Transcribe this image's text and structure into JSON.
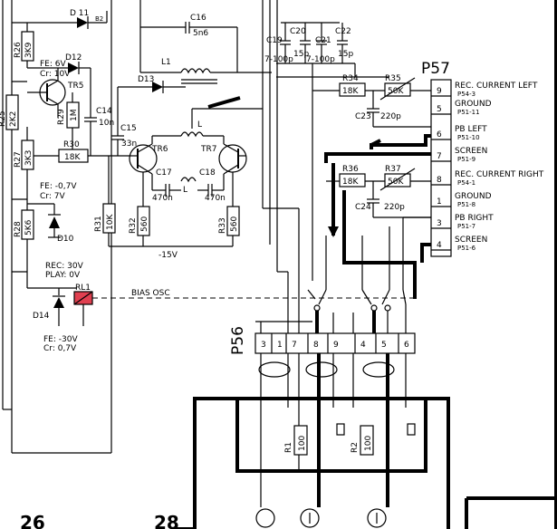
{
  "connector_p57": {
    "title": "P57",
    "pins": [
      {
        "num": "9",
        "label": "REC. CURRENT LEFT",
        "ref": "P54-3"
      },
      {
        "num": "5",
        "label": "GROUND",
        "ref": "P51-11"
      },
      {
        "num": "6",
        "label": "PB LEFT",
        "ref": "P51-10"
      },
      {
        "num": "7",
        "label": "SCREEN",
        "ref": "P51-9"
      },
      {
        "num": "8",
        "label": "REC. CURRENT RIGHT",
        "ref": "P54-1"
      },
      {
        "num": "1",
        "label": "GROUND",
        "ref": "P51-8"
      },
      {
        "num": "3",
        "label": "PB RIGHT",
        "ref": "P51-7"
      },
      {
        "num": "4",
        "label": "SCREEN",
        "ref": "P51-6"
      }
    ]
  },
  "connector_p56": {
    "title": "P56",
    "pins": [
      "3",
      "1",
      "7",
      "8",
      "9",
      "4",
      "5",
      "6"
    ]
  },
  "components": {
    "d11": "D 11",
    "d12": "D12",
    "d13": "D13",
    "d10": "D10",
    "d14": "D14",
    "r26": "R26",
    "r26v": "3K9",
    "r25": "R25",
    "r25v": "2K2",
    "r29": "R29",
    "r29v": "1M",
    "r30": "R30",
    "r30v": "18K",
    "r27": "R27",
    "r27v": "3K3",
    "r28": "R28",
    "r28v": "5K6",
    "r31": "R31",
    "r31v": "10K",
    "r32": "R32",
    "r32v": "560",
    "r33": "R33",
    "r33v": "560",
    "r34": "R34",
    "r34v": "18K",
    "r35": "R35",
    "r35v": "50K",
    "r36": "R36",
    "r36v": "18K",
    "r37": "R37",
    "r37v": "50K",
    "r1": "R1",
    "r1v": "100",
    "r2": "R2",
    "r2v": "100",
    "tr5": "TR5",
    "tr6": "TR6",
    "tr7": "TR7",
    "c14": "C14",
    "c14v": "10n",
    "c15": "C15",
    "c15v": "33n",
    "c16": "C16",
    "c16v": "5n6",
    "c17": "C17",
    "c17v": "470n",
    "c18": "C18",
    "c18v": "470n",
    "c19": "C19",
    "c19v": "7-100p",
    "c20": "C20",
    "c20v": "15p",
    "c21": "C21",
    "c21v": "7-100p",
    "c22": "C22",
    "c22v": "15p",
    "c23": "C23",
    "c23v": "220p",
    "c24": "C24",
    "c24v": "220p",
    "l1": "L1",
    "l": "L",
    "rl1": "RL1"
  },
  "notes": {
    "fe_6v": "FE: 6V",
    "cr_10v": "Cr: 10V",
    "fe_07v": "FE: -0,7V",
    "cr_7v": "Cr:   7V",
    "rec_30v": "REC: 30V",
    "play_0v": "PLAY:  0V",
    "fe_30v": "FE: -30V",
    "cr_07v": "Cr:    0,7V",
    "minus15v": "-15V",
    "bias_osc": "BIAS OSC"
  },
  "page_numbers": {
    "left": "26",
    "right": "28"
  }
}
